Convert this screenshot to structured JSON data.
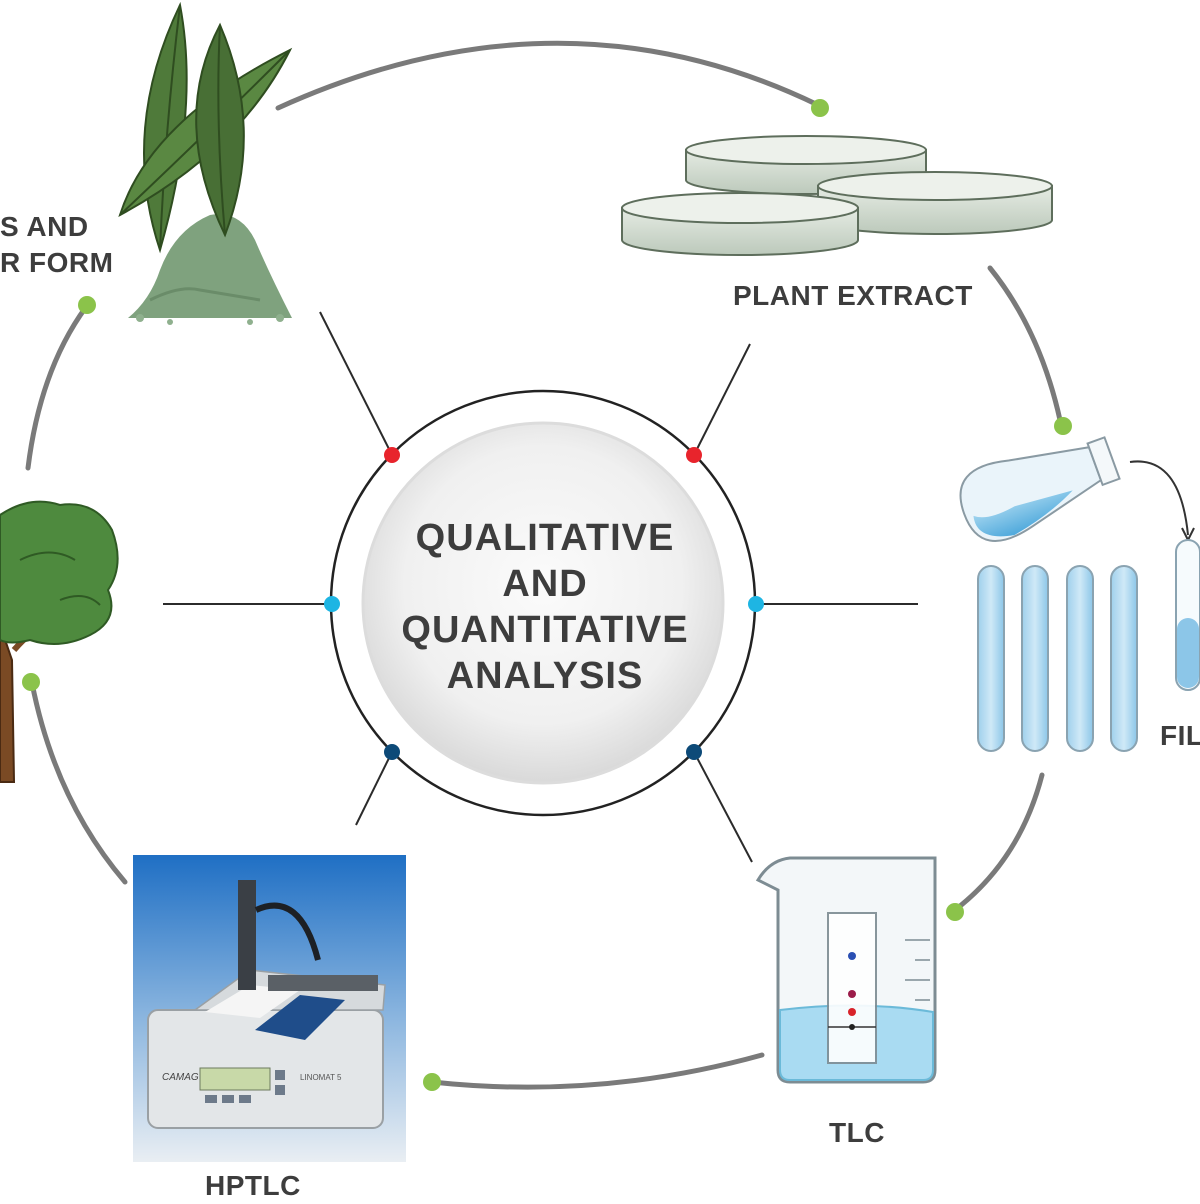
{
  "center": {
    "lines": [
      "QUALITATIVE",
      "AND",
      "QUANTITATIVE",
      "ANALYSIS"
    ]
  },
  "labels": {
    "powder_line1": "S AND",
    "powder_line2": "R FORM",
    "plant_extract": "PLANT EXTRACT",
    "filtrate": "FIL",
    "tlc": "TLC",
    "hptlc": "HPTLC"
  },
  "device": {
    "brand": "CAMAG",
    "model": "LINOMAT 5"
  },
  "colors": {
    "cycle_arc": "#7a7a7a",
    "cycle_dot": "#8bc34a",
    "spoke": "#2b2b2b",
    "dot_top": "#e8242c",
    "dot_side": "#1eb5e3",
    "dot_bottom": "#0d4a78",
    "text": "#3d3d3d"
  }
}
